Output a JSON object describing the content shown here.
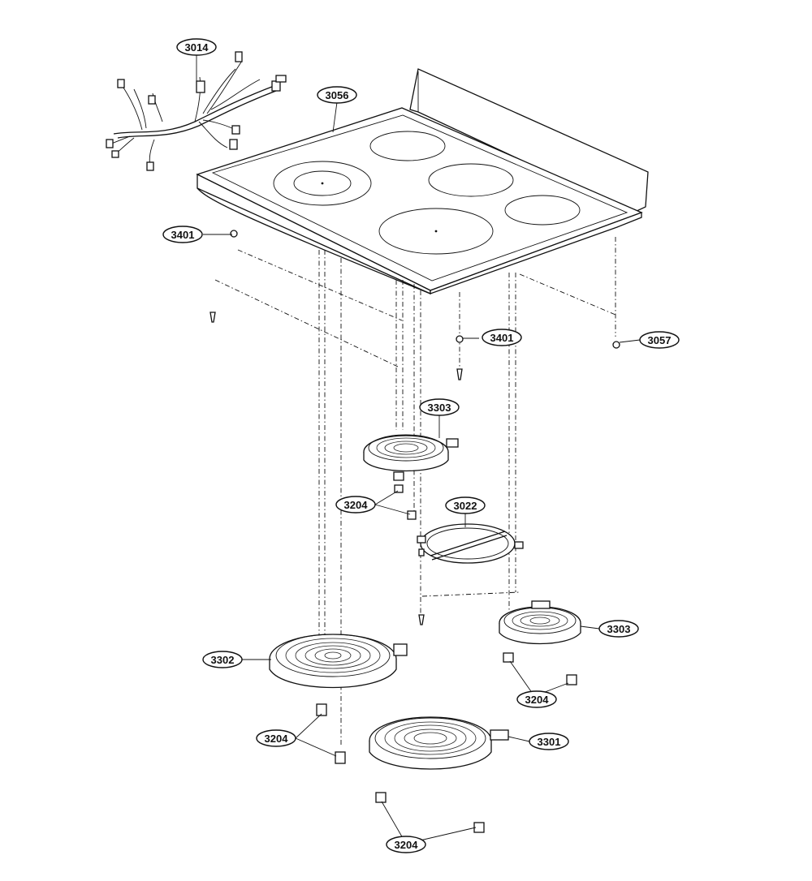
{
  "diagram": {
    "labels": {
      "l3014": "3014",
      "l3056": "3056",
      "l3401a": "3401",
      "l3401b": "3401",
      "l3057": "3057",
      "l3303a": "3303",
      "l3204a": "3204",
      "l3022": "3022",
      "l3303b": "3303",
      "l3302": "3302",
      "l3204b": "3204",
      "l3204c": "3204",
      "l3301": "3301",
      "l3204d": "3204"
    }
  }
}
